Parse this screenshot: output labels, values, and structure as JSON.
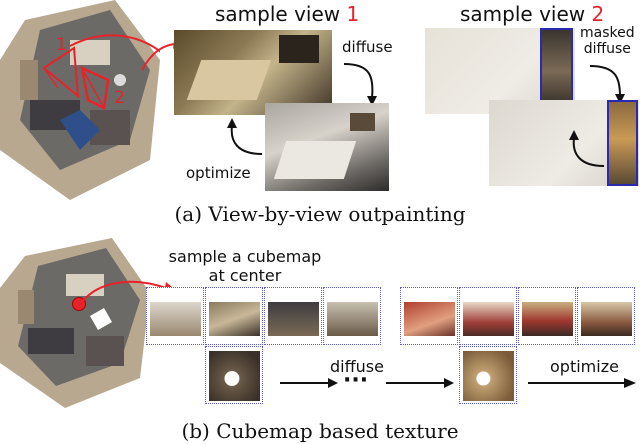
{
  "part_a": {
    "caption": "(a) View-by-view outpainting",
    "view1_prefix": "sample view ",
    "view1_number": "1",
    "view2_prefix": "sample view ",
    "view2_number": "2",
    "label_diffuse": "diffuse",
    "label_optimize": "optimize",
    "label_masked_diffuse_line1": "masked",
    "label_masked_diffuse_line2": "diffuse",
    "marker_1": "1",
    "marker_2": "2"
  },
  "part_b": {
    "caption": "(b) Cubemap based texture",
    "sample_line1": "sample a cubemap",
    "sample_line2": "at center",
    "label_diffuse": "diffuse",
    "label_ellipsis": "···",
    "label_optimize": "optimize"
  },
  "colors": {
    "highlight_red": "#e8222a",
    "frame_blue": "#2a2ab0",
    "cube_border": "#5a5ad8"
  }
}
